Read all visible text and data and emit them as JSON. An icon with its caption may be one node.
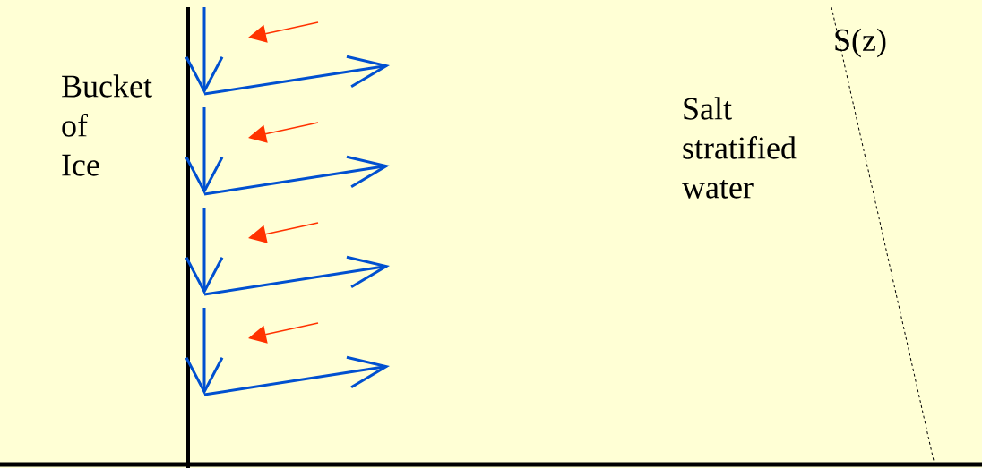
{
  "diagram": {
    "labels": [
      "S(z)",
      "Bucket of Ice",
      "Salt stratified water"
    ]
  }
}
